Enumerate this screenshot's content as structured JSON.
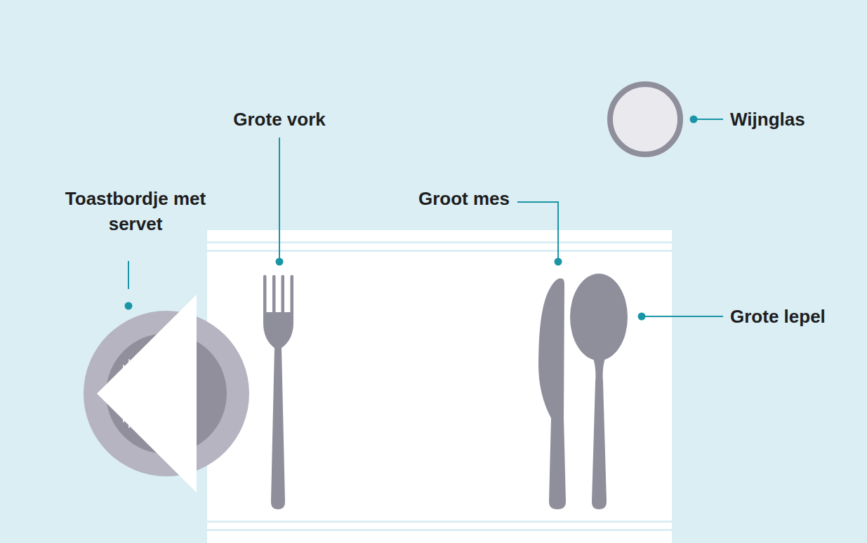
{
  "diagram": {
    "labels": [
      "Grote vork",
      "Wijnglas",
      "Toastbordje met servet",
      "Groot mes",
      "Grote lepel"
    ]
  }
}
